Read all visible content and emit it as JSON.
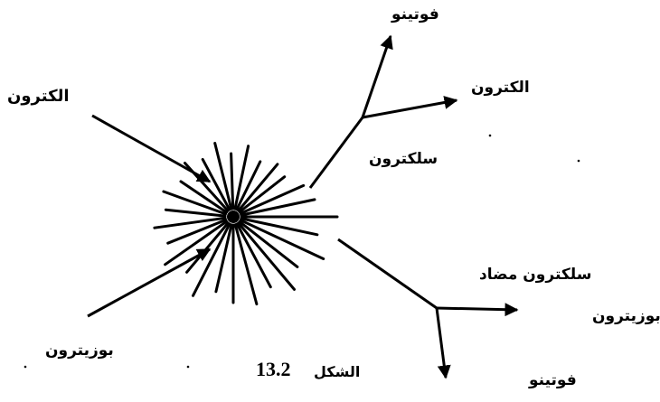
{
  "labels": {
    "electron": "الكترون",
    "positron": "بوزيترون",
    "selectron": "سلكترون",
    "photon_top": "فوتينو",
    "electron_out": "الكترون",
    "antiselectron": "سلكترون مضاد",
    "positron_out": "بوزيترون",
    "photon_bottom": "فوتينو"
  },
  "caption": {
    "word": "الشكل",
    "number": "13.2"
  },
  "colors": {
    "ink": "#000000",
    "background": "#ffffff"
  }
}
